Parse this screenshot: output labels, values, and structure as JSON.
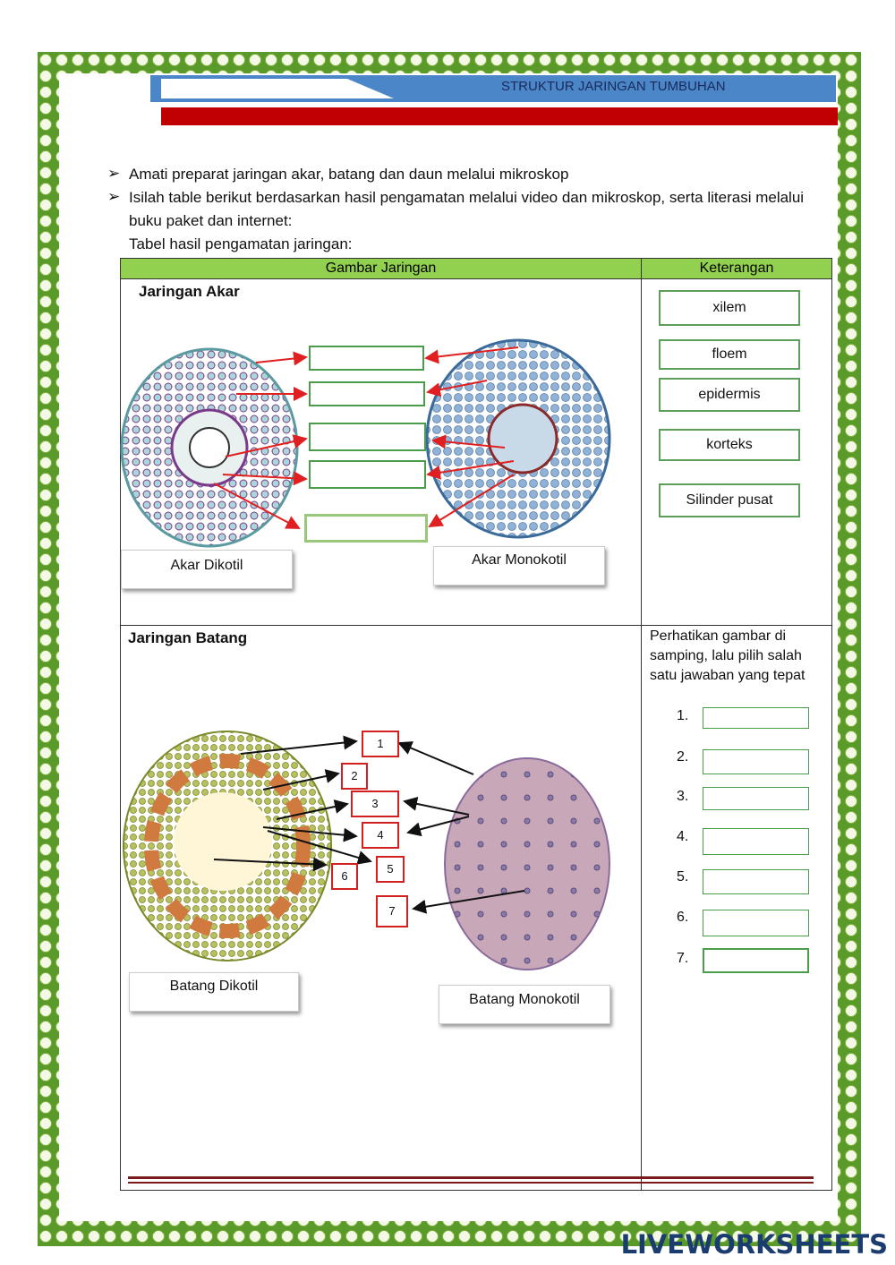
{
  "header": {
    "title": "STRUKTUR JARINGAN TUMBUHAN"
  },
  "instructions": [
    "Amati preparat jaringan akar, batang dan daun melalui mikroskop",
    "Isilah table berikut berdasarkan hasil pengamatan melalui video dan mikroskop, serta literasi melalui buku paket dan internet:"
  ],
  "bullet_icon": "arrow-bullet-icon",
  "table_caption": "Tabel hasil pengamatan jaringan:",
  "table": {
    "col1": "Gambar Jaringan",
    "col2": "Keterangan",
    "root_title": "Jaringan Akar",
    "stem_title": "Jaringan Batang",
    "root_dicot": "Akar Dikotil",
    "root_monocot": "Akar Monokotil",
    "stem_dicot": "Batang Dikotil",
    "stem_monocot": "Batang Monokotil"
  },
  "keywords": [
    "xilem",
    "floem",
    "epidermis",
    "korteks",
    "Silinder pusat"
  ],
  "stem_instruction": "Perhatikan gambar di samping, lalu pilih salah satu jawaban yang tepat",
  "stem_labels": [
    "1",
    "2",
    "3",
    "4",
    "5",
    "6",
    "7"
  ],
  "stem_questions": [
    "1.",
    "2.",
    "3.",
    "4.",
    "5.",
    "6.",
    "7."
  ],
  "brand": "LIVEWORKSHEETS",
  "colors": {
    "header_blue": "#4a86c8",
    "header_red": "#c00000",
    "table_header": "#92d050",
    "border_green": "#5a9a2a"
  }
}
